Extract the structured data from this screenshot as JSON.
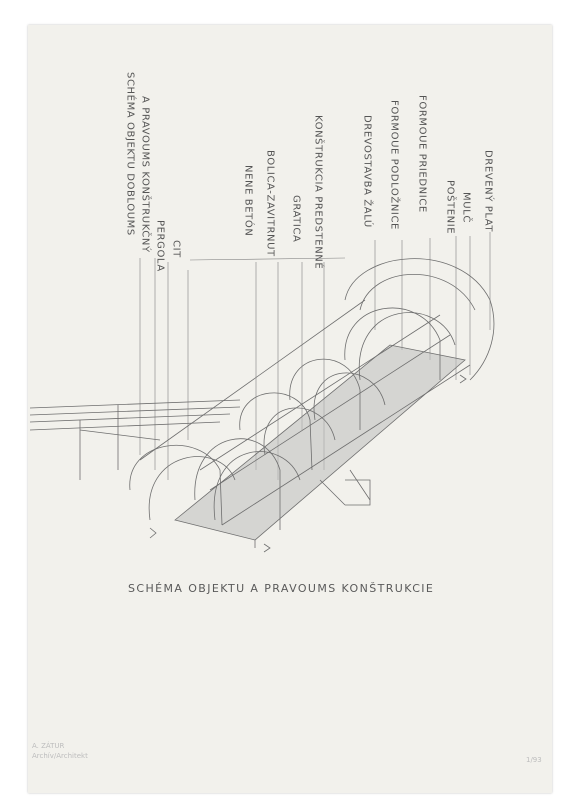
{
  "labels": [
    "SCHÉMA OBJEKTU DOBLOUMS",
    "A PRAVOUMS KONŠTRUKČNÝ",
    "PERGOLA",
    "CIT",
    "NENE BETÓN",
    "BOLICA-ZAVITRNUT",
    "GRATICA",
    "KONŠTRUKCIA PREDSTENNÉ",
    "DREVOSTAVBA ŽALÚ",
    "FORMOUE PODLOŽNICE",
    "FORMOUE PRIEDNICE",
    "POŠTENIE",
    "MULČ",
    "DREVENÝ PLAT"
  ],
  "caption": "SCHÉMA OBJEKTU A PRAVOUMS KONŠTRUKCIE",
  "footer": {
    "left_line1": "A. ZÁTUR",
    "left_line2": "Archív/Architekt",
    "right": "1/93"
  }
}
